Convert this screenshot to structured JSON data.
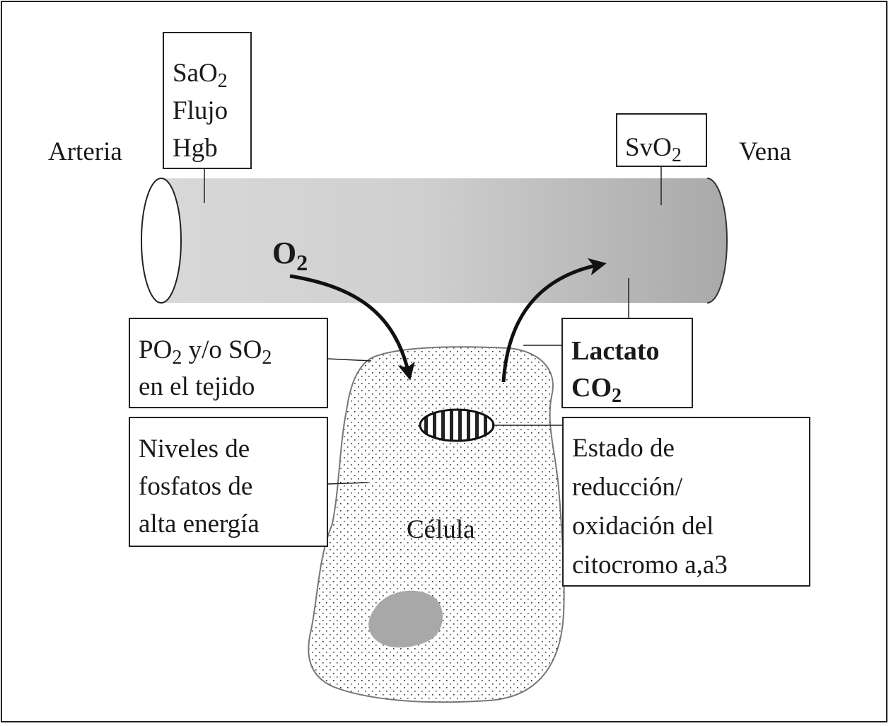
{
  "vessel": {
    "artery_label": "Arteria",
    "vein_label": "Vena"
  },
  "arterial_box": {
    "line1": "SaO",
    "line1_sub": "2",
    "line2": "Flujo",
    "line3": "Hgb"
  },
  "venous_box": {
    "text": "SvO",
    "text_sub": "2"
  },
  "oxygen_label": {
    "text": "O",
    "sub": "2"
  },
  "tissue_box": {
    "line1_a": "PO",
    "line1_a_sub": "2",
    "line1_b": " y/o SO",
    "line1_b_sub": "2",
    "line2": "en el tejido"
  },
  "metabolite_box": {
    "line1": "Lactato",
    "line2": "CO",
    "line2_sub": "2"
  },
  "phosphate_box": {
    "line1": "Niveles de",
    "line2": "fosfatos de",
    "line3": "alta energía"
  },
  "cytochrome_box": {
    "line1": "Estado de",
    "line2": "reducción/",
    "line3": "oxidación  del",
    "line4": "citocromo  a,a3"
  },
  "cell": {
    "label": "Célula"
  },
  "colors": {
    "vessel_light": "#d6d6d6",
    "vessel_dark": "#ababab",
    "nucleus": "#a8a8a8",
    "border": "#222222"
  }
}
